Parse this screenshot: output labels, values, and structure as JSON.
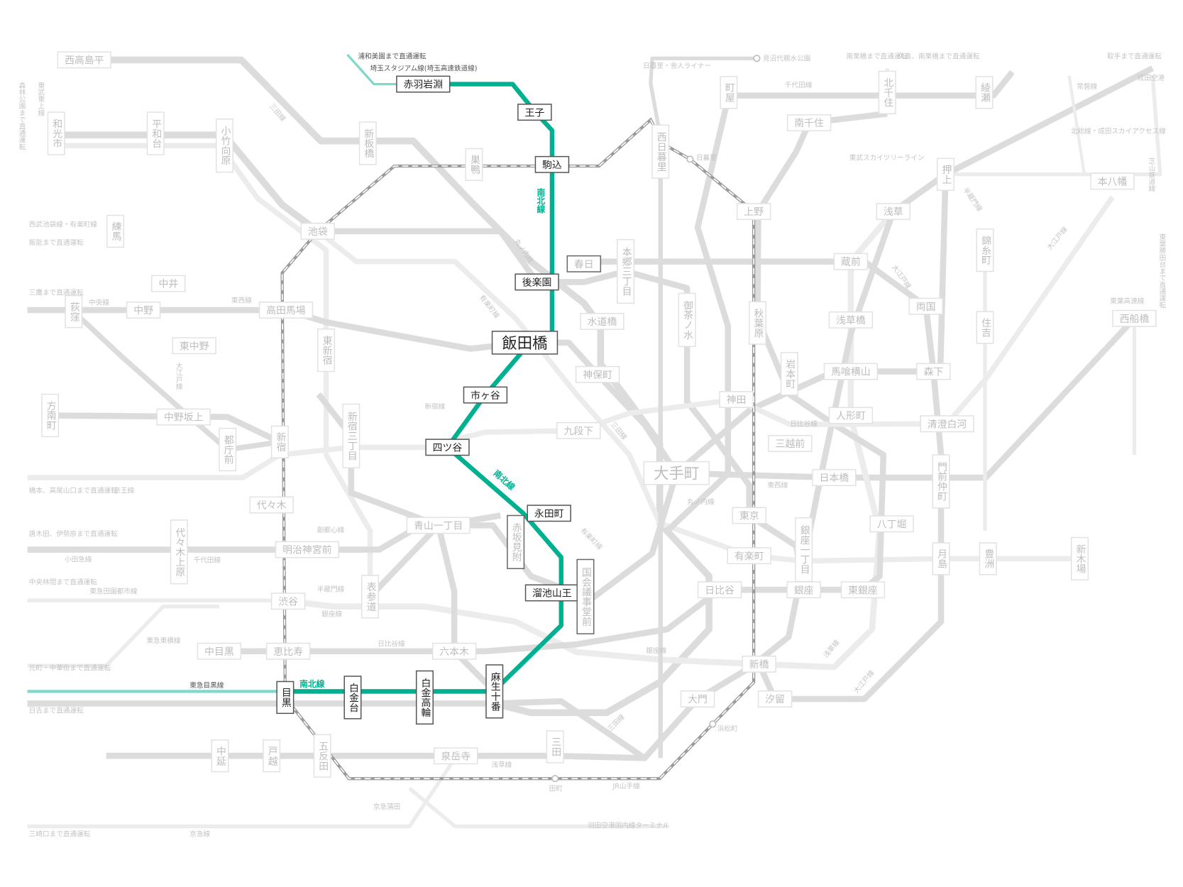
{
  "map": {
    "title": "南北線 路線図",
    "highlight_color": "#00b191",
    "through_color": "#7fd8c8",
    "inactive_line_color": "#dcdcdc"
  },
  "stations": [
    {
      "name": "赤羽岩淵",
      "style": "active"
    },
    {
      "name": "王子",
      "style": "active"
    },
    {
      "name": "駒込",
      "style": "active"
    },
    {
      "name": "後楽園",
      "style": "active"
    },
    {
      "name": "飯田橋",
      "style": "active"
    },
    {
      "name": "市ヶ谷",
      "style": "active"
    },
    {
      "name": "四ツ谷",
      "style": "active"
    },
    {
      "name": "永田町",
      "style": "active"
    },
    {
      "name": "溜池山王",
      "style": "active"
    },
    {
      "name": "麻生十番",
      "style": "active"
    },
    {
      "name": "白金高輪",
      "style": "active"
    },
    {
      "name": "白金台",
      "style": "active"
    },
    {
      "name": "目黒",
      "style": "active"
    },
    {
      "name": "春日",
      "style": "transfer"
    },
    {
      "name": "赤坂見附",
      "style": "transfer"
    },
    {
      "name": "国会議事堂前",
      "style": "transfer"
    },
    {
      "name": "西高島平",
      "style": "inactive"
    },
    {
      "name": "和光市",
      "style": "inactive"
    },
    {
      "name": "平和台",
      "style": "inactive"
    },
    {
      "name": "小竹向原",
      "style": "inactive"
    },
    {
      "name": "新板橋",
      "style": "inactive"
    },
    {
      "name": "巣鴨",
      "style": "inactive"
    },
    {
      "name": "西日暮里",
      "style": "inactive"
    },
    {
      "name": "町屋",
      "style": "inactive"
    },
    {
      "name": "北千住",
      "style": "inactive"
    },
    {
      "name": "綾瀬",
      "style": "inactive"
    },
    {
      "name": "南千住",
      "style": "inactive"
    },
    {
      "name": "押上",
      "style": "inactive"
    },
    {
      "name": "本八幡",
      "style": "inactive"
    },
    {
      "name": "練馬",
      "style": "inactive"
    },
    {
      "name": "池袋",
      "style": "inactive"
    },
    {
      "name": "上野",
      "style": "inactive"
    },
    {
      "name": "浅草",
      "style": "inactive"
    },
    {
      "name": "錦糸町",
      "style": "inactive"
    },
    {
      "name": "本郷三丁目",
      "style": "inactive"
    },
    {
      "name": "蔵前",
      "style": "inactive"
    },
    {
      "name": "中井",
      "style": "inactive"
    },
    {
      "name": "荻窪",
      "style": "inactive"
    },
    {
      "name": "中野",
      "style": "inactive"
    },
    {
      "name": "高田馬場",
      "style": "inactive"
    },
    {
      "name": "御茶ノ水",
      "style": "inactive"
    },
    {
      "name": "秋葉原",
      "style": "inactive"
    },
    {
      "name": "水道橋",
      "style": "inactive"
    },
    {
      "name": "両国",
      "style": "inactive"
    },
    {
      "name": "浅草橋",
      "style": "inactive"
    },
    {
      "name": "住吉",
      "style": "inactive"
    },
    {
      "name": "西船橋",
      "style": "inactive"
    },
    {
      "name": "東新宿",
      "style": "inactive"
    },
    {
      "name": "東中野",
      "style": "inactive"
    },
    {
      "name": "神保町",
      "style": "inactive"
    },
    {
      "name": "岩本町",
      "style": "inactive"
    },
    {
      "name": "馬喰横山",
      "style": "inactive"
    },
    {
      "name": "森下",
      "style": "inactive"
    },
    {
      "name": "神田",
      "style": "inactive"
    },
    {
      "name": "方南町",
      "style": "inactive"
    },
    {
      "name": "中野坂上",
      "style": "inactive"
    },
    {
      "name": "人形町",
      "style": "inactive"
    },
    {
      "name": "清澄白河",
      "style": "inactive"
    },
    {
      "name": "新宿",
      "style": "inactive"
    },
    {
      "name": "新宿三丁目",
      "style": "inactive"
    },
    {
      "name": "都庁前",
      "style": "inactive"
    },
    {
      "name": "九段下",
      "style": "inactive"
    },
    {
      "name": "三越前",
      "style": "inactive"
    },
    {
      "name": "大手町",
      "style": "inactive"
    },
    {
      "name": "日本橋",
      "style": "inactive"
    },
    {
      "name": "門前仲町",
      "style": "inactive"
    },
    {
      "name": "代々木",
      "style": "inactive"
    },
    {
      "name": "東京",
      "style": "inactive"
    },
    {
      "name": "八丁堀",
      "style": "inactive"
    },
    {
      "name": "青山一丁目",
      "style": "inactive"
    },
    {
      "name": "明治神宮前",
      "style": "inactive"
    },
    {
      "name": "代々木上原",
      "style": "inactive"
    },
    {
      "name": "銀座一丁目",
      "style": "inactive"
    },
    {
      "name": "有楽町",
      "style": "inactive"
    },
    {
      "name": "月島",
      "style": "inactive"
    },
    {
      "name": "豊洲",
      "style": "inactive"
    },
    {
      "name": "新木場",
      "style": "inactive"
    },
    {
      "name": "日比谷",
      "style": "inactive"
    },
    {
      "name": "銀座",
      "style": "inactive"
    },
    {
      "name": "東銀座",
      "style": "inactive"
    },
    {
      "name": "渋谷",
      "style": "inactive"
    },
    {
      "name": "表参道",
      "style": "inactive"
    },
    {
      "name": "中目黒",
      "style": "inactive"
    },
    {
      "name": "恵比寿",
      "style": "inactive"
    },
    {
      "name": "六本木",
      "style": "inactive"
    },
    {
      "name": "新橋",
      "style": "inactive"
    },
    {
      "name": "大門",
      "style": "inactive"
    },
    {
      "name": "汐留",
      "style": "inactive"
    },
    {
      "name": "中延",
      "style": "inactive"
    },
    {
      "name": "戸越",
      "style": "inactive"
    },
    {
      "name": "五反田",
      "style": "inactive"
    },
    {
      "name": "泉岳寺",
      "style": "inactive"
    },
    {
      "name": "三田",
      "style": "inactive"
    }
  ],
  "labels": [
    {
      "text": "浦和美園まで直通運転",
      "style": "dark"
    },
    {
      "text": "埼玉スタジアム線(埼玉高速鉄道線)",
      "style": "dark"
    },
    {
      "text": "南北線",
      "style": "teal"
    },
    {
      "text": "南北線",
      "style": "teal"
    },
    {
      "text": "南北線",
      "style": "teal"
    },
    {
      "text": "東急目黒線",
      "style": "dark"
    },
    {
      "text": "三田線",
      "style": "grey"
    },
    {
      "text": "丸ノ内線",
      "style": "grey"
    },
    {
      "text": "有楽町線",
      "style": "grey"
    },
    {
      "text": "東西線",
      "style": "grey"
    },
    {
      "text": "中央線",
      "style": "grey"
    },
    {
      "text": "三鷹まで直通運転",
      "style": "grey"
    },
    {
      "text": "西武池袋線・有楽町線",
      "style": "grey"
    },
    {
      "text": "飯能まで直通運転",
      "style": "grey"
    },
    {
      "text": "東武東上線",
      "style": "grey"
    },
    {
      "text": "森林公園まで直通運転",
      "style": "grey"
    },
    {
      "text": "大江戸線",
      "style": "grey"
    },
    {
      "text": "新宿線",
      "style": "grey"
    },
    {
      "text": "橋本、高尾山口まで直通運転",
      "style": "grey"
    },
    {
      "text": "京王線",
      "style": "grey"
    },
    {
      "text": "唐木田、伊勢原まで直通運転",
      "style": "grey"
    },
    {
      "text": "小田急線",
      "style": "grey"
    },
    {
      "text": "千代田線",
      "style": "grey"
    },
    {
      "text": "中央林間まで直通運転",
      "style": "grey"
    },
    {
      "text": "東急田園都市線",
      "style": "grey"
    },
    {
      "text": "副都心線",
      "style": "grey"
    },
    {
      "text": "半蔵門線",
      "style": "grey"
    },
    {
      "text": "銀座線",
      "style": "grey"
    },
    {
      "text": "東急東横線",
      "style": "grey"
    },
    {
      "text": "元町・中華街まで直通運転",
      "style": "grey"
    },
    {
      "text": "日吉まで直通運転",
      "style": "grey"
    },
    {
      "text": "日比谷線",
      "style": "grey"
    },
    {
      "text": "浅草線",
      "style": "grey"
    },
    {
      "text": "JR山手線",
      "style": "grey"
    },
    {
      "text": "田町",
      "style": "grey"
    },
    {
      "text": "浜松町",
      "style": "grey"
    },
    {
      "text": "京急蒲田",
      "style": "grey"
    },
    {
      "text": "京急線",
      "style": "grey"
    },
    {
      "text": "三崎口まで直通運転",
      "style": "grey"
    },
    {
      "text": "羽田空港国内線ターミナル",
      "style": "grey"
    },
    {
      "text": "日暮里・舎人ライナー",
      "style": "grey"
    },
    {
      "text": "見沼代親水公園",
      "style": "grey"
    },
    {
      "text": "日暮里",
      "style": "grey"
    },
    {
      "text": "南栗橋まで直通運転",
      "style": "grey"
    },
    {
      "text": "久喜、南栗橋まで直通運転",
      "style": "grey"
    },
    {
      "text": "千代田線",
      "style": "grey"
    },
    {
      "text": "取手まで直通運転",
      "style": "grey"
    },
    {
      "text": "常磐線",
      "style": "grey"
    },
    {
      "text": "成田空港",
      "style": "grey"
    },
    {
      "text": "北総線・成田スカイアクセス線",
      "style": "grey"
    },
    {
      "text": "東武スカイツリーライン",
      "style": "grey"
    },
    {
      "text": "芝山鉄道線",
      "style": "grey"
    },
    {
      "text": "東葉高速線",
      "style": "grey"
    },
    {
      "text": "東葉勝田台まで直通運転",
      "style": "grey"
    },
    {
      "text": "大江戸線",
      "style": "grey"
    },
    {
      "text": "半蔵門線",
      "style": "grey"
    },
    {
      "text": "東西線",
      "style": "grey"
    },
    {
      "text": "丸ノ内線",
      "style": "grey"
    },
    {
      "text": "日比谷線",
      "style": "grey"
    },
    {
      "text": "三田線",
      "style": "grey"
    },
    {
      "text": "有楽町線",
      "style": "grey"
    },
    {
      "text": "銀座線",
      "style": "grey"
    },
    {
      "text": "浅草線",
      "style": "grey"
    },
    {
      "text": "大江戸線",
      "style": "grey"
    },
    {
      "text": "三田線",
      "style": "grey"
    },
    {
      "text": "大江戸線",
      "style": "grey"
    },
    {
      "text": "丸ノ内線",
      "style": "grey"
    },
    {
      "text": "新宿線",
      "style": "grey"
    }
  ]
}
